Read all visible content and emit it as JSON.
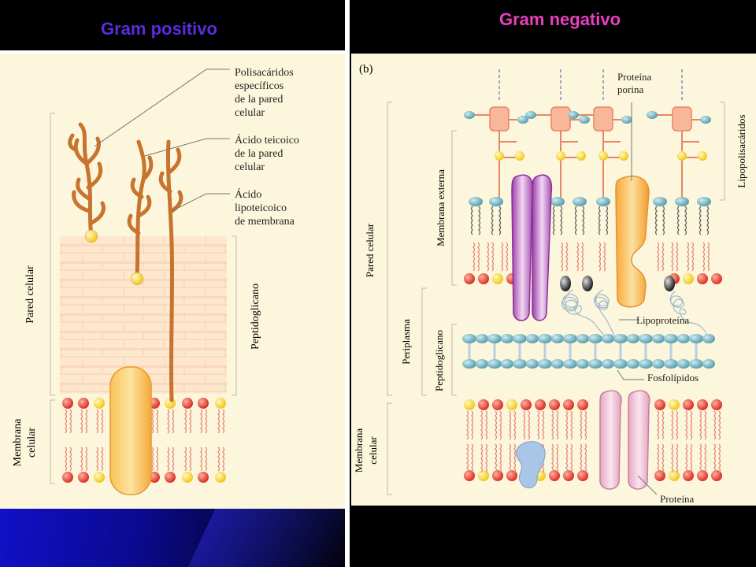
{
  "titles": {
    "left": "Gram positivo",
    "right": "Gram negativo"
  },
  "left_panel": {
    "labels": {
      "polisacaridos": [
        "Polisacáridos",
        "específicos",
        "de la pared",
        "celular"
      ],
      "teicoico": [
        "Ácido teicoico",
        "de la pared",
        "celular"
      ],
      "lipoteicoico": [
        "Ácido",
        "lipoteicoico",
        "de membrana"
      ],
      "pared_celular": "Pared celular",
      "peptidoglicano": "Peptidoglicano",
      "membrana_celular": [
        "Membrana",
        "celular"
      ]
    }
  },
  "right_panel": {
    "labels": {
      "b": "(b)",
      "proteina_porina": [
        "Proteína",
        "porina"
      ],
      "lipopolisacaridos": "Lipopolisacáridos",
      "membrana_externa": "Membrana externa",
      "pared_celular": "Pared celular",
      "lipoproteina": "Lipoproteína",
      "periplasma": "Periplasma",
      "peptidoglicano": "Peptidoglicano",
      "fosfolipidos": "Fosfolípidos",
      "membrana_celular": [
        "Membrana",
        "celular"
      ],
      "proteina": "Proteína"
    }
  },
  "colors": {
    "panel_bg": "#fcf6dc",
    "title_left": "#5b2be0",
    "title_right": "#ea3fbf",
    "lipid_head_red": "#e8392e",
    "lipid_head_yellow": "#f6d21c",
    "protein_orange": "#f7b248",
    "peptidoglycan_teal": "#6ab0ba",
    "sugar_pink": "#f6a98a",
    "branch_brown": "#c8742e",
    "protein_purple": "#b768c4",
    "protein_pink": "#eec3d6",
    "protein_blue": "#a9c6e6"
  }
}
